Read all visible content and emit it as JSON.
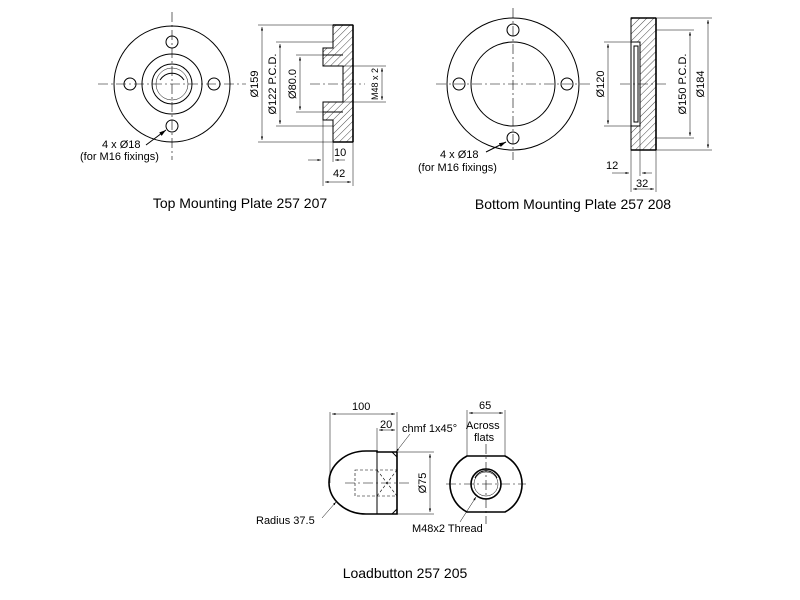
{
  "top_plate": {
    "caption": "Top Mounting Plate 257 207",
    "holes_note": "4 x Ø18",
    "fixings_note": "(for M16 fixings)",
    "dims": {
      "outer_dia": "Ø159",
      "pcd": "Ø122 P.C.D.",
      "bore_dia": "Ø80.0",
      "thread": "M48 x 2",
      "thickness": "10",
      "total_width": "42"
    }
  },
  "bottom_plate": {
    "caption": "Bottom Mounting Plate 257 208",
    "holes_note": "4 x Ø18",
    "fixings_note": "(for M16 fixings)",
    "dims": {
      "recess_dia": "Ø120",
      "pcd": "Ø150 P.C.D.",
      "outer_dia": "Ø184",
      "recess_depth": "12",
      "total_width": "32"
    }
  },
  "loadbutton": {
    "caption": "Loadbutton 257 205",
    "dims": {
      "length": "100",
      "shoulder": "20",
      "chamfer": "chmf 1x45°",
      "dia": "Ø75",
      "radius": "Radius 37.5",
      "across_flats_value": "65",
      "across_flats_line1": "Across",
      "across_flats_line2": "flats",
      "thread": "M48x2 Thread"
    }
  }
}
